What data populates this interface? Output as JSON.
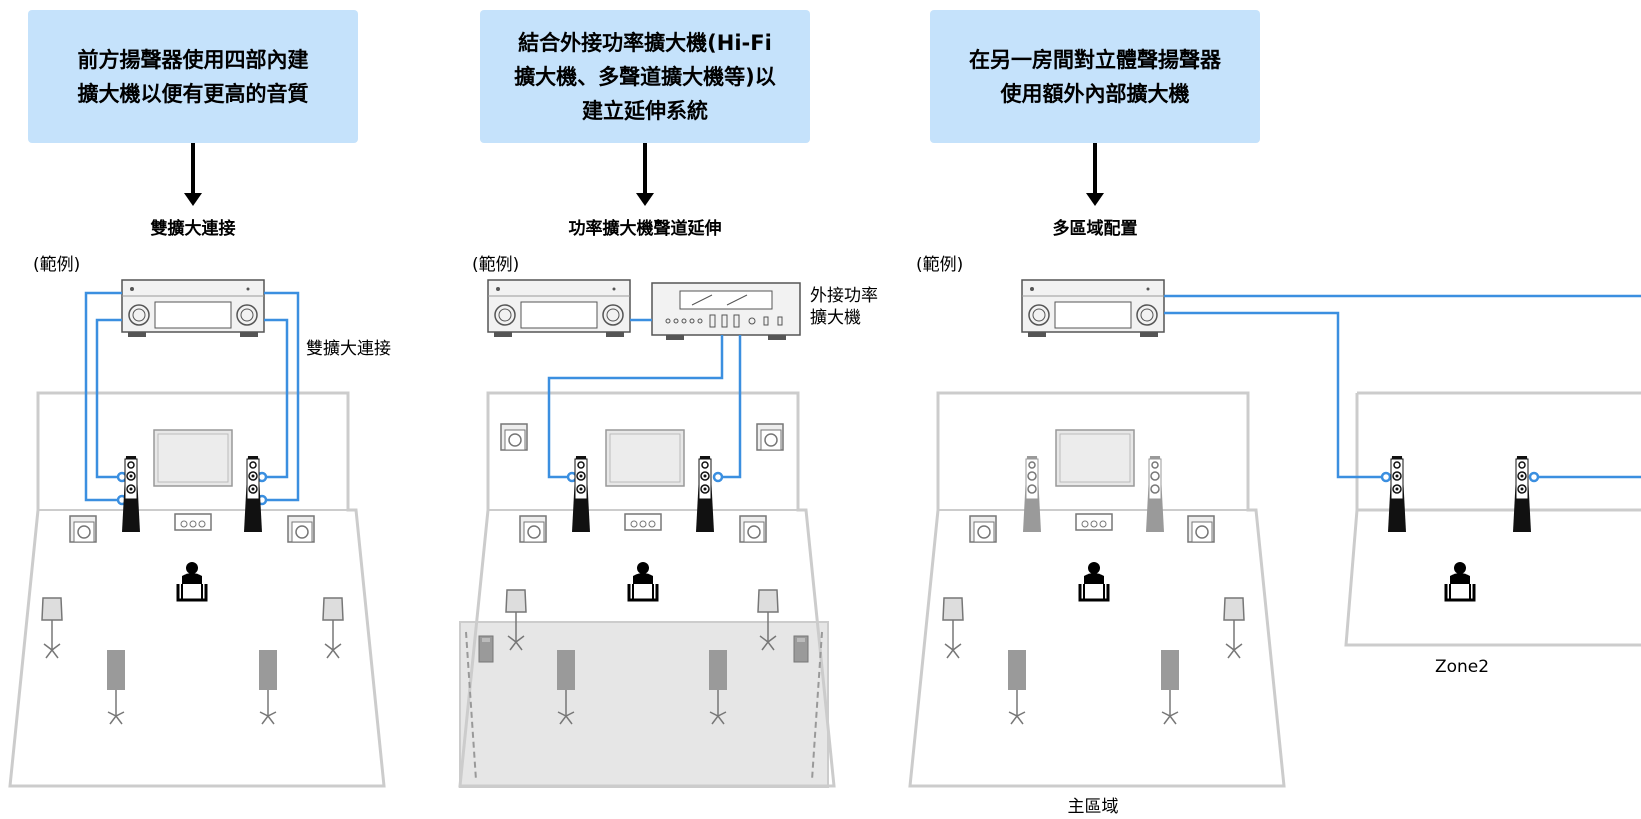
{
  "panels": [
    {
      "box_text": "前方揚聲器使用四部內建\n擴大機以便有更高的音質",
      "heading": "雙擴大連接",
      "example_label": "(範例)",
      "side_label": "雙擴大連接"
    },
    {
      "box_text": "結合外接功率擴大機(Hi-Fi\n擴大機、多聲道擴大機等)以\n建立延伸系統",
      "heading": "功率擴大機聲道延伸",
      "example_label": "(範例)",
      "side_label": "外接功率\n擴大機"
    },
    {
      "box_text": "在另一房間對立體聲揚聲器\n使用額外內部擴大機",
      "heading": "多區域配置",
      "example_label": "(範例)",
      "room_label_main": "主區域",
      "room_label_zone": "Zone2"
    }
  ],
  "colors": {
    "box_bg": "#c5e2fb",
    "cable": "#3b8fe0",
    "room_outline": "#cccccc",
    "speaker_active": "#111111",
    "speaker_inactive": "#9a9a9a"
  }
}
